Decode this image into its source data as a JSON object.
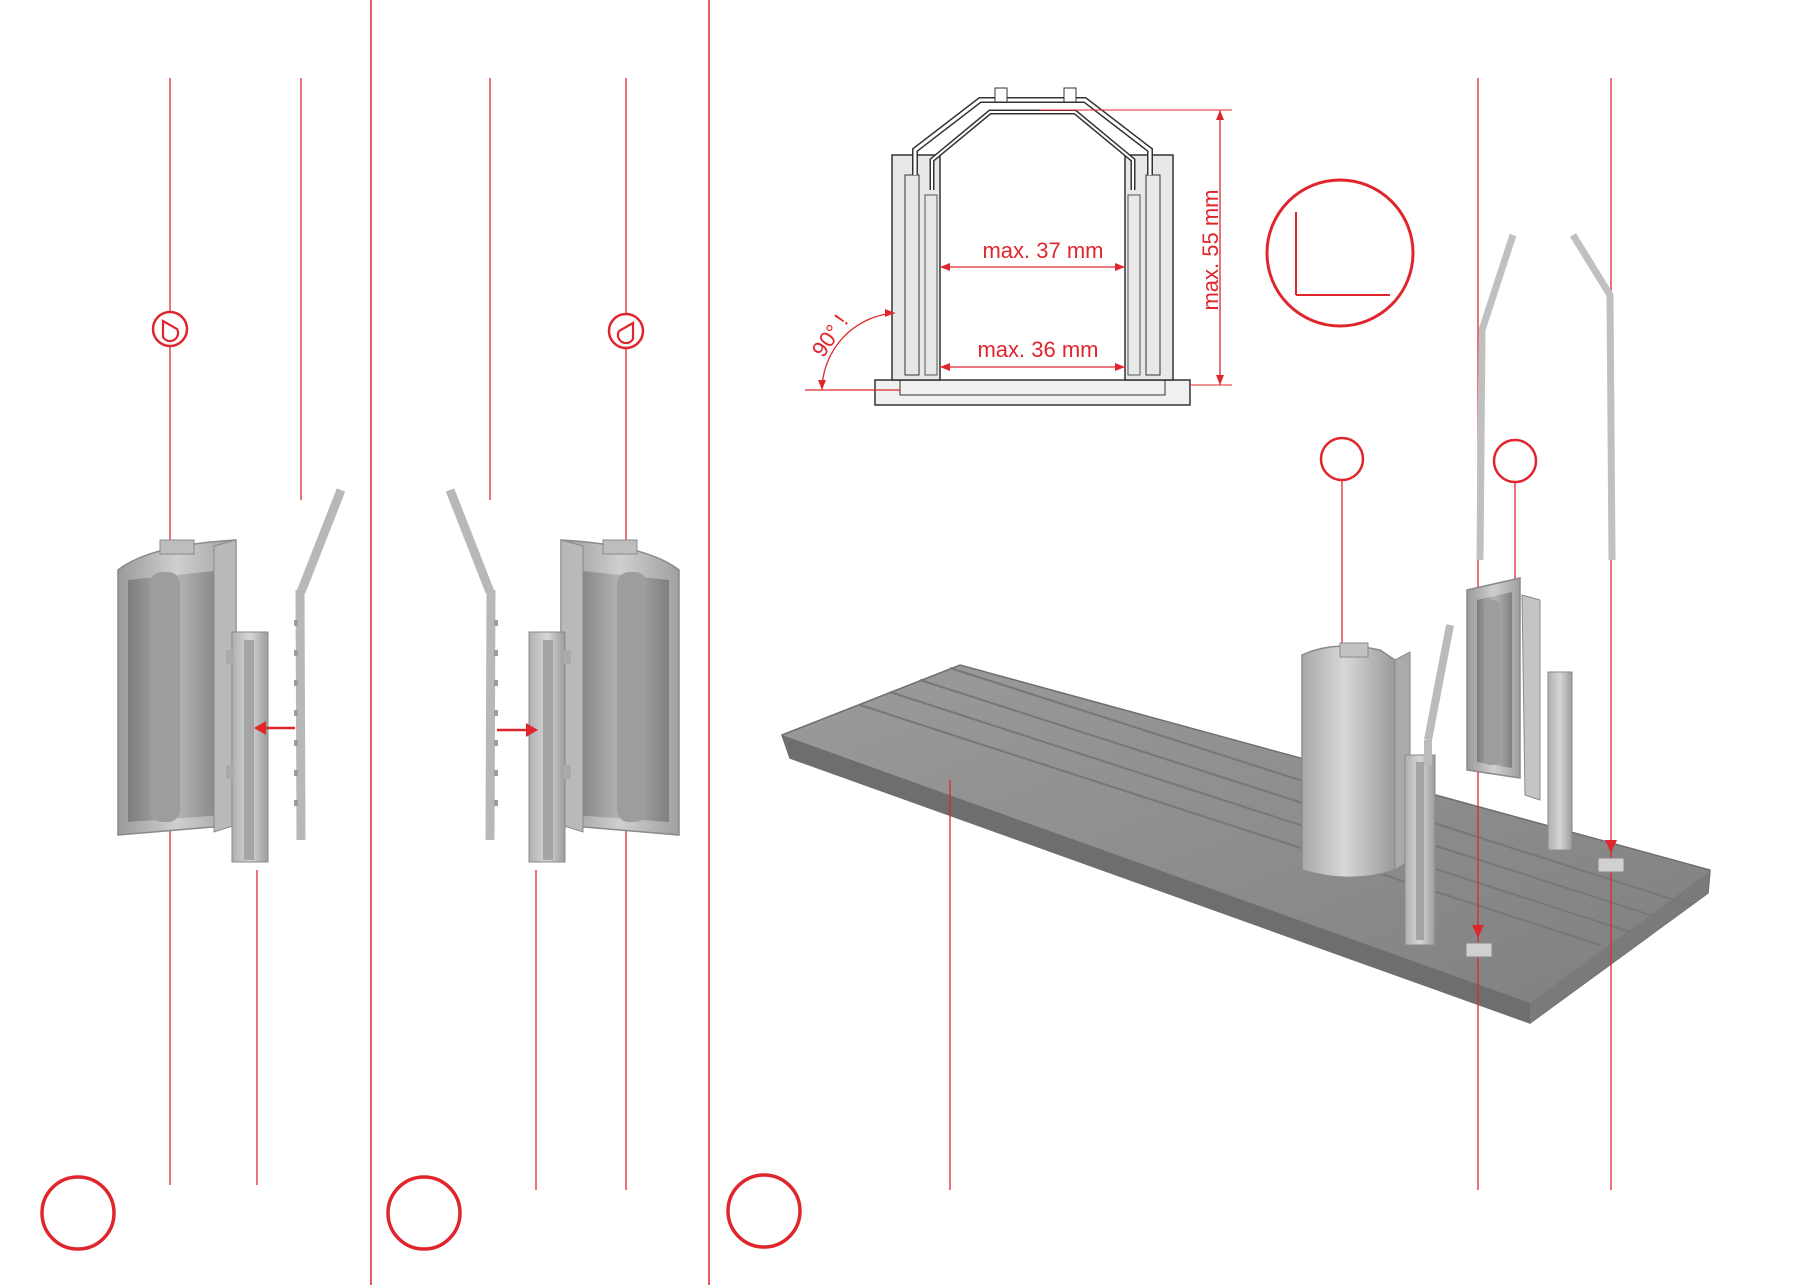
{
  "colors": {
    "accent": "#e0262d",
    "part_light": "#c9c9c9",
    "part_mid": "#a9a9a9",
    "part_dark": "#8a8a8a",
    "base_plate": "#8e8e8e",
    "outline": "#3a3a3a"
  },
  "icons": {
    "glue": "glue-tube-icon",
    "right_angle": "right-angle-icon",
    "step_marker": "step-circle-icon",
    "callout": "callout-circle-icon"
  },
  "dimensions": {
    "inner_width_top": "max. 37 mm",
    "inner_width_bottom": "max. 36 mm",
    "height": "max. 55 mm",
    "angle": "90° !"
  }
}
